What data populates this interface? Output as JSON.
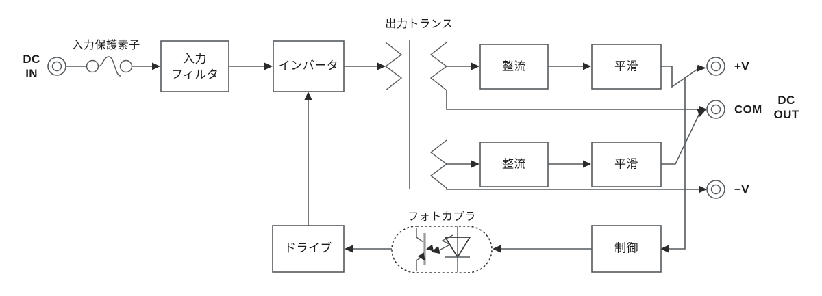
{
  "diagram": {
    "title": "DC-DC converter block diagram",
    "colors": {
      "line": "#555a5e",
      "arrow": "#2b2b2b",
      "text": "#1c1c1c",
      "background": "#ffffff",
      "base_bar": "#9a9a9a"
    },
    "input": {
      "label_line1": "DC",
      "label_line2": "IN",
      "protection_caption": "入力保護素子"
    },
    "output": {
      "label_line1": "DC",
      "label_line2": "OUT",
      "terminals": [
        {
          "id": "pos",
          "label": "+V"
        },
        {
          "id": "com",
          "label": "COM"
        },
        {
          "id": "neg",
          "label": "−V"
        }
      ]
    },
    "captions": {
      "transformer": "出力トランス",
      "photocoupler": "フォトカプラ"
    },
    "blocks": [
      {
        "id": "input-filter",
        "line1": "入力",
        "line2": "フィルタ"
      },
      {
        "id": "inverter",
        "line1": "インバータ",
        "line2": ""
      },
      {
        "id": "rectifier-upper",
        "line1": "整流",
        "line2": ""
      },
      {
        "id": "smoothing-upper",
        "line1": "平滑",
        "line2": ""
      },
      {
        "id": "rectifier-lower",
        "line1": "整流",
        "line2": ""
      },
      {
        "id": "smoothing-lower",
        "line1": "平滑",
        "line2": ""
      },
      {
        "id": "drive",
        "line1": "ドライブ",
        "line2": ""
      },
      {
        "id": "control",
        "line1": "制御",
        "line2": ""
      }
    ]
  }
}
